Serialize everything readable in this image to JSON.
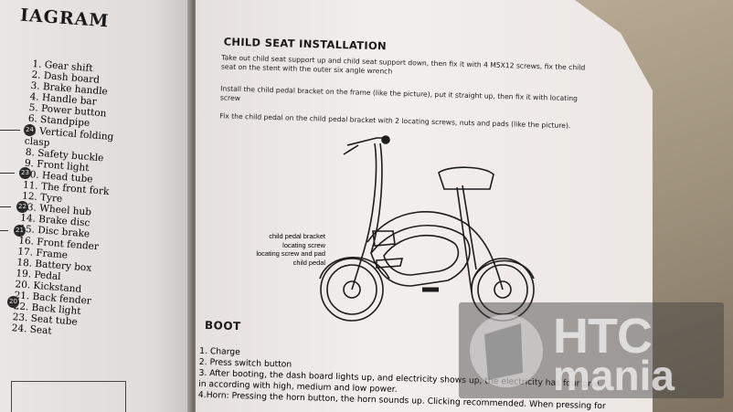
{
  "left_page": {
    "title": "IAGRAM",
    "parts": [
      "1. Gear shift",
      "2. Dash board",
      "3. Brake handle",
      "4. Handle bar",
      "5. Power button",
      "6. Standpipe",
      "7. Vertical folding",
      "clasp",
      "8. Safety buckle",
      "9. Front light",
      "10. Head tube",
      "11. The front fork",
      "12. Tyre",
      "13. Wheel hub",
      "14. Brake disc",
      "15. Disc brake",
      "16. Front fender",
      "17. Frame",
      "18. Battery box",
      "19. Pedal",
      "20. Kickstand",
      "21. Back fender",
      "22. Back light",
      "23. Seat tube",
      "24. Seat"
    ],
    "callouts": [
      "24",
      "23",
      "22",
      "21",
      "20"
    ]
  },
  "right_page": {
    "section_title": "CHILD SEAT INSTALLATION",
    "paragraphs": [
      "Take out child seat support up and child seat support down, then fix it with 4 M5X12 screws, fix the child seat on the stent with the outer six angle wrench",
      "Install the child pedal bracket on the frame (like the picture), put it straight up, then fix it with locating screw",
      "Fix the child pedal on the child pedal bracket with 2 locating screws, nuts and pads (like the picture)."
    ],
    "diagram_labels": [
      "child pedal bracket",
      "locating screw",
      "locating screw and pad",
      "child pedal"
    ],
    "boot_title": "BOOT",
    "boot_steps": [
      "1. Charge",
      "2. Press switch button",
      "3. After booting, the dash board lights up, and electricity shows up, the electricity has four grid",
      "in according with high, medium and low power.",
      "4.Horn: Pressing the horn button, the horn sounds up. Clicking recommended. When pressing for"
    ]
  },
  "watermark": {
    "line1": "HTC",
    "line2": "mania"
  }
}
